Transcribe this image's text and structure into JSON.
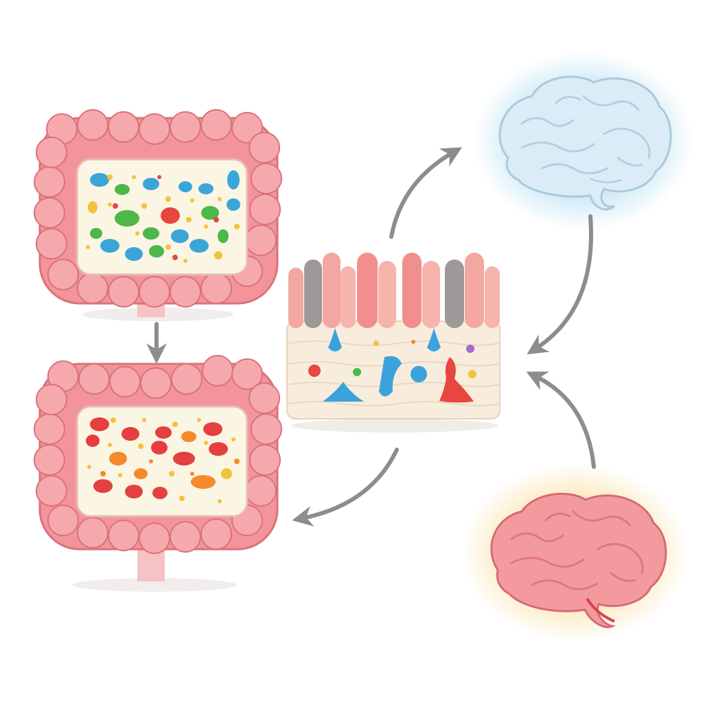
{
  "colors": {
    "background": "#ffffff",
    "colon_wall": "#f2949a",
    "colon_wall_dark": "#d9737c",
    "lumen": "#fbf5e4",
    "arrow": "#8f8d8b",
    "healthy_microbes": [
      "#3aa6d8",
      "#4cb84a",
      "#f2c33a",
      "#e8473f"
    ],
    "dysbiotic_microbes": [
      "#e53f3f",
      "#f48a2a",
      "#f2c33a"
    ],
    "brain_healthy": "#dcecf6",
    "brain_healthy_glow": "#bfe3f4",
    "brain_inflamed": "#f39a9f",
    "brain_inflamed_glow": "#fbe3a8",
    "villi": [
      "#f3a7a1",
      "#9e9898"
    ],
    "tissue": "#f8ecdd",
    "immune_blue": "#3ba2dc",
    "immune_red": "#e8473f"
  },
  "nodes": [
    {
      "id": "healthy-gut",
      "icon": "colon-healthy-microbiome-icon"
    },
    {
      "id": "dysbiotic-gut",
      "icon": "colon-dysbiotic-microbiome-icon"
    },
    {
      "id": "intestinal-barrier",
      "icon": "intestinal-epithelium-icon"
    },
    {
      "id": "healthy-brain",
      "icon": "brain-healthy-icon"
    },
    {
      "id": "inflamed-brain",
      "icon": "brain-inflamed-icon"
    }
  ],
  "edges": [
    {
      "from": "healthy-gut",
      "to": "dysbiotic-gut"
    },
    {
      "from": "intestinal-barrier",
      "to": "healthy-brain"
    },
    {
      "from": "healthy-brain",
      "to": "intestinal-barrier"
    },
    {
      "from": "inflamed-brain",
      "to": "intestinal-barrier"
    },
    {
      "from": "intestinal-barrier",
      "to": "dysbiotic-gut"
    }
  ]
}
